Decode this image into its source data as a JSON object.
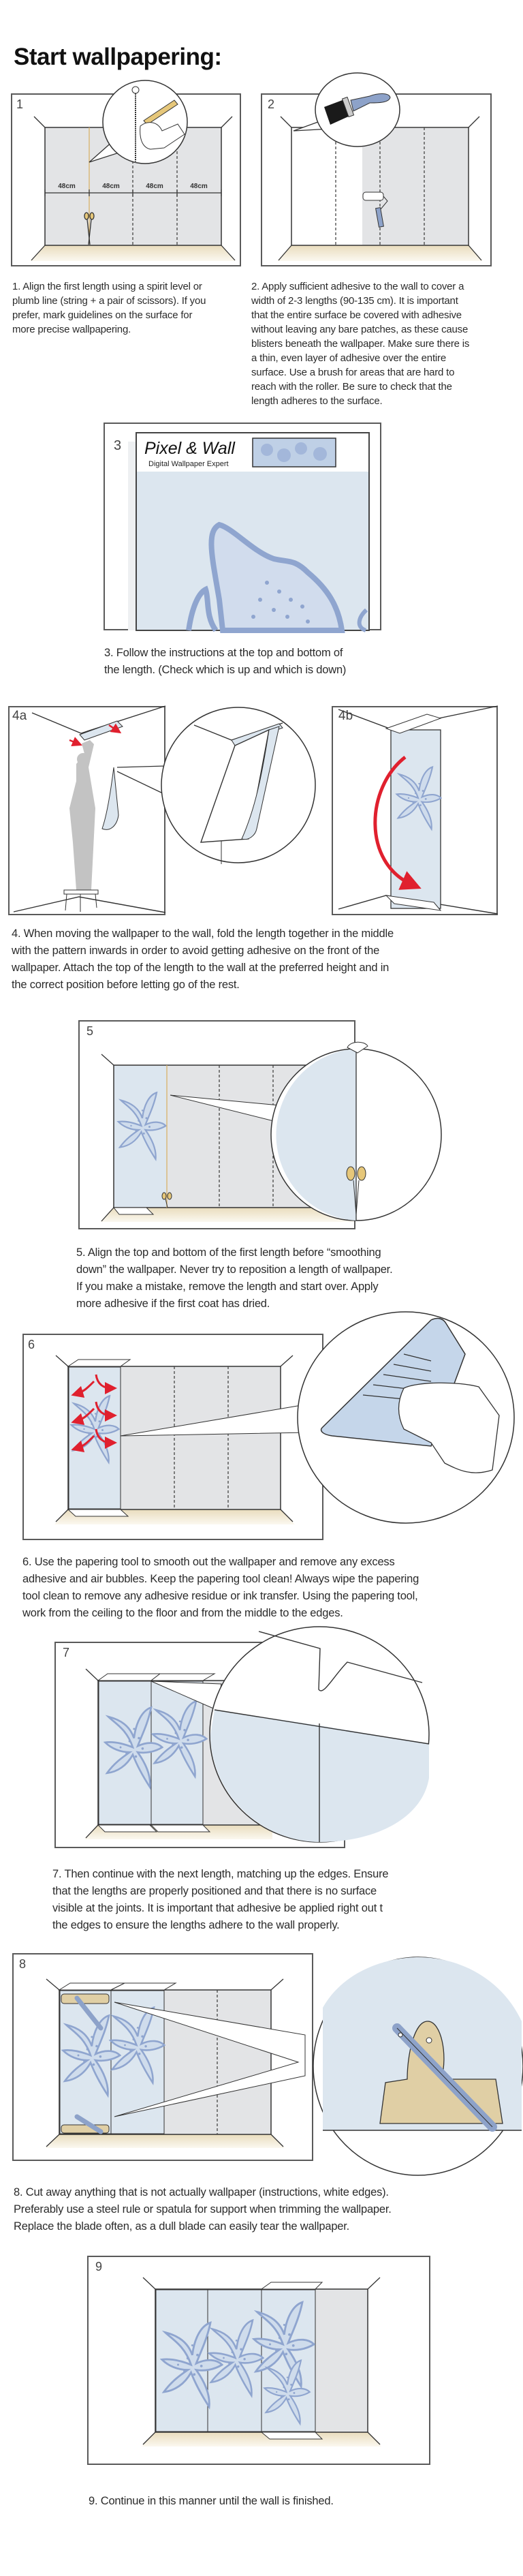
{
  "page_title": "Start wallpapering:",
  "colors": {
    "wall": "#e3e4e6",
    "floor": "#eee3c9",
    "paper": "#dde7ef",
    "pattern": "#8fa5cf",
    "arrow": "#e0202e",
    "frame": "#5a5a5a"
  },
  "steps": [
    {
      "number": "1",
      "dimension_label": "48cm",
      "lines": [
        "1.  Align the first length using a spirit level or",
        "plumb line (string + a pair of scissors). If you",
        "prefer,  mark guidelines on the surface for",
        "more precise wallpapering."
      ]
    },
    {
      "number": "2",
      "lines": [
        "2.  Apply sufficient adhesive to the wall to cover a",
        "width of 2-3 lengths (90-135 cm). It is important",
        "that the entire surface be covered with adhesive",
        "without leaving any bare patches, as these cause",
        "blisters beneath the wallpaper. Make sure there is",
        "a thin, even layer of adhesive over the entire",
        "surface. Use a brush for areas that are hard to",
        "reach with the roller. Be sure to check that the",
        "length adheres to the surface."
      ]
    },
    {
      "number": "3",
      "logo_name": "Pixel & Wall",
      "logo_tagline": "Digital Wallpaper Expert",
      "lines": [
        "3.  Follow the instructions at the top and bottom of",
        "the length. (Check which is up and which is down)"
      ]
    },
    {
      "number_a": "4a",
      "number_b": "4b",
      "lines": [
        "4. When moving the wallpaper to the wall, fold the length together in the middle",
        "with the pattern inwards in order to avoid getting adhesive on the front of the",
        "wallpaper. Attach the top of the length to the wall at the preferred height and in",
        "the correct position before letting go of the rest."
      ]
    },
    {
      "number": "5",
      "lines": [
        "5.  Align the top and bottom of the first length before “smoothing",
        "down” the wallpaper. Never try to reposition a length of wallpaper.",
        "If you make a mistake, remove the length and start over. Apply",
        "more adhesive if the first coat has dried."
      ]
    },
    {
      "number": "6",
      "lines": [
        "6.  Use the papering tool to smooth out the wallpaper and remove any excess",
        "adhesive and air bubbles. Keep the papering tool clean! Always wipe the papering",
        "tool clean to remove any adhesive residue or ink transfer. Using the papering tool,",
        "work from the ceiling to the floor and from the middle to the edges."
      ]
    },
    {
      "number": "7",
      "lines": [
        "7. Then continue with the next length, matching up the edges. Ensure",
        "that the lengths are properly positioned and that there is no surface",
        "visible at the joints. It is important that adhesive be applied right out t",
        "the edges to ensure the lengths adhere to the wall properly."
      ]
    },
    {
      "number": "8",
      "lines": [
        "8.  Cut away anything that is not actually wallpaper (instructions, white edges).",
        "Preferably use a steel rule or spatula for support when trimming the wallpaper.",
        "Replace the blade often, as a dull blade can easily tear the wallpaper."
      ]
    },
    {
      "number": "9",
      "lines": [
        "9.  Continue in this manner until the wall is finished."
      ]
    }
  ]
}
